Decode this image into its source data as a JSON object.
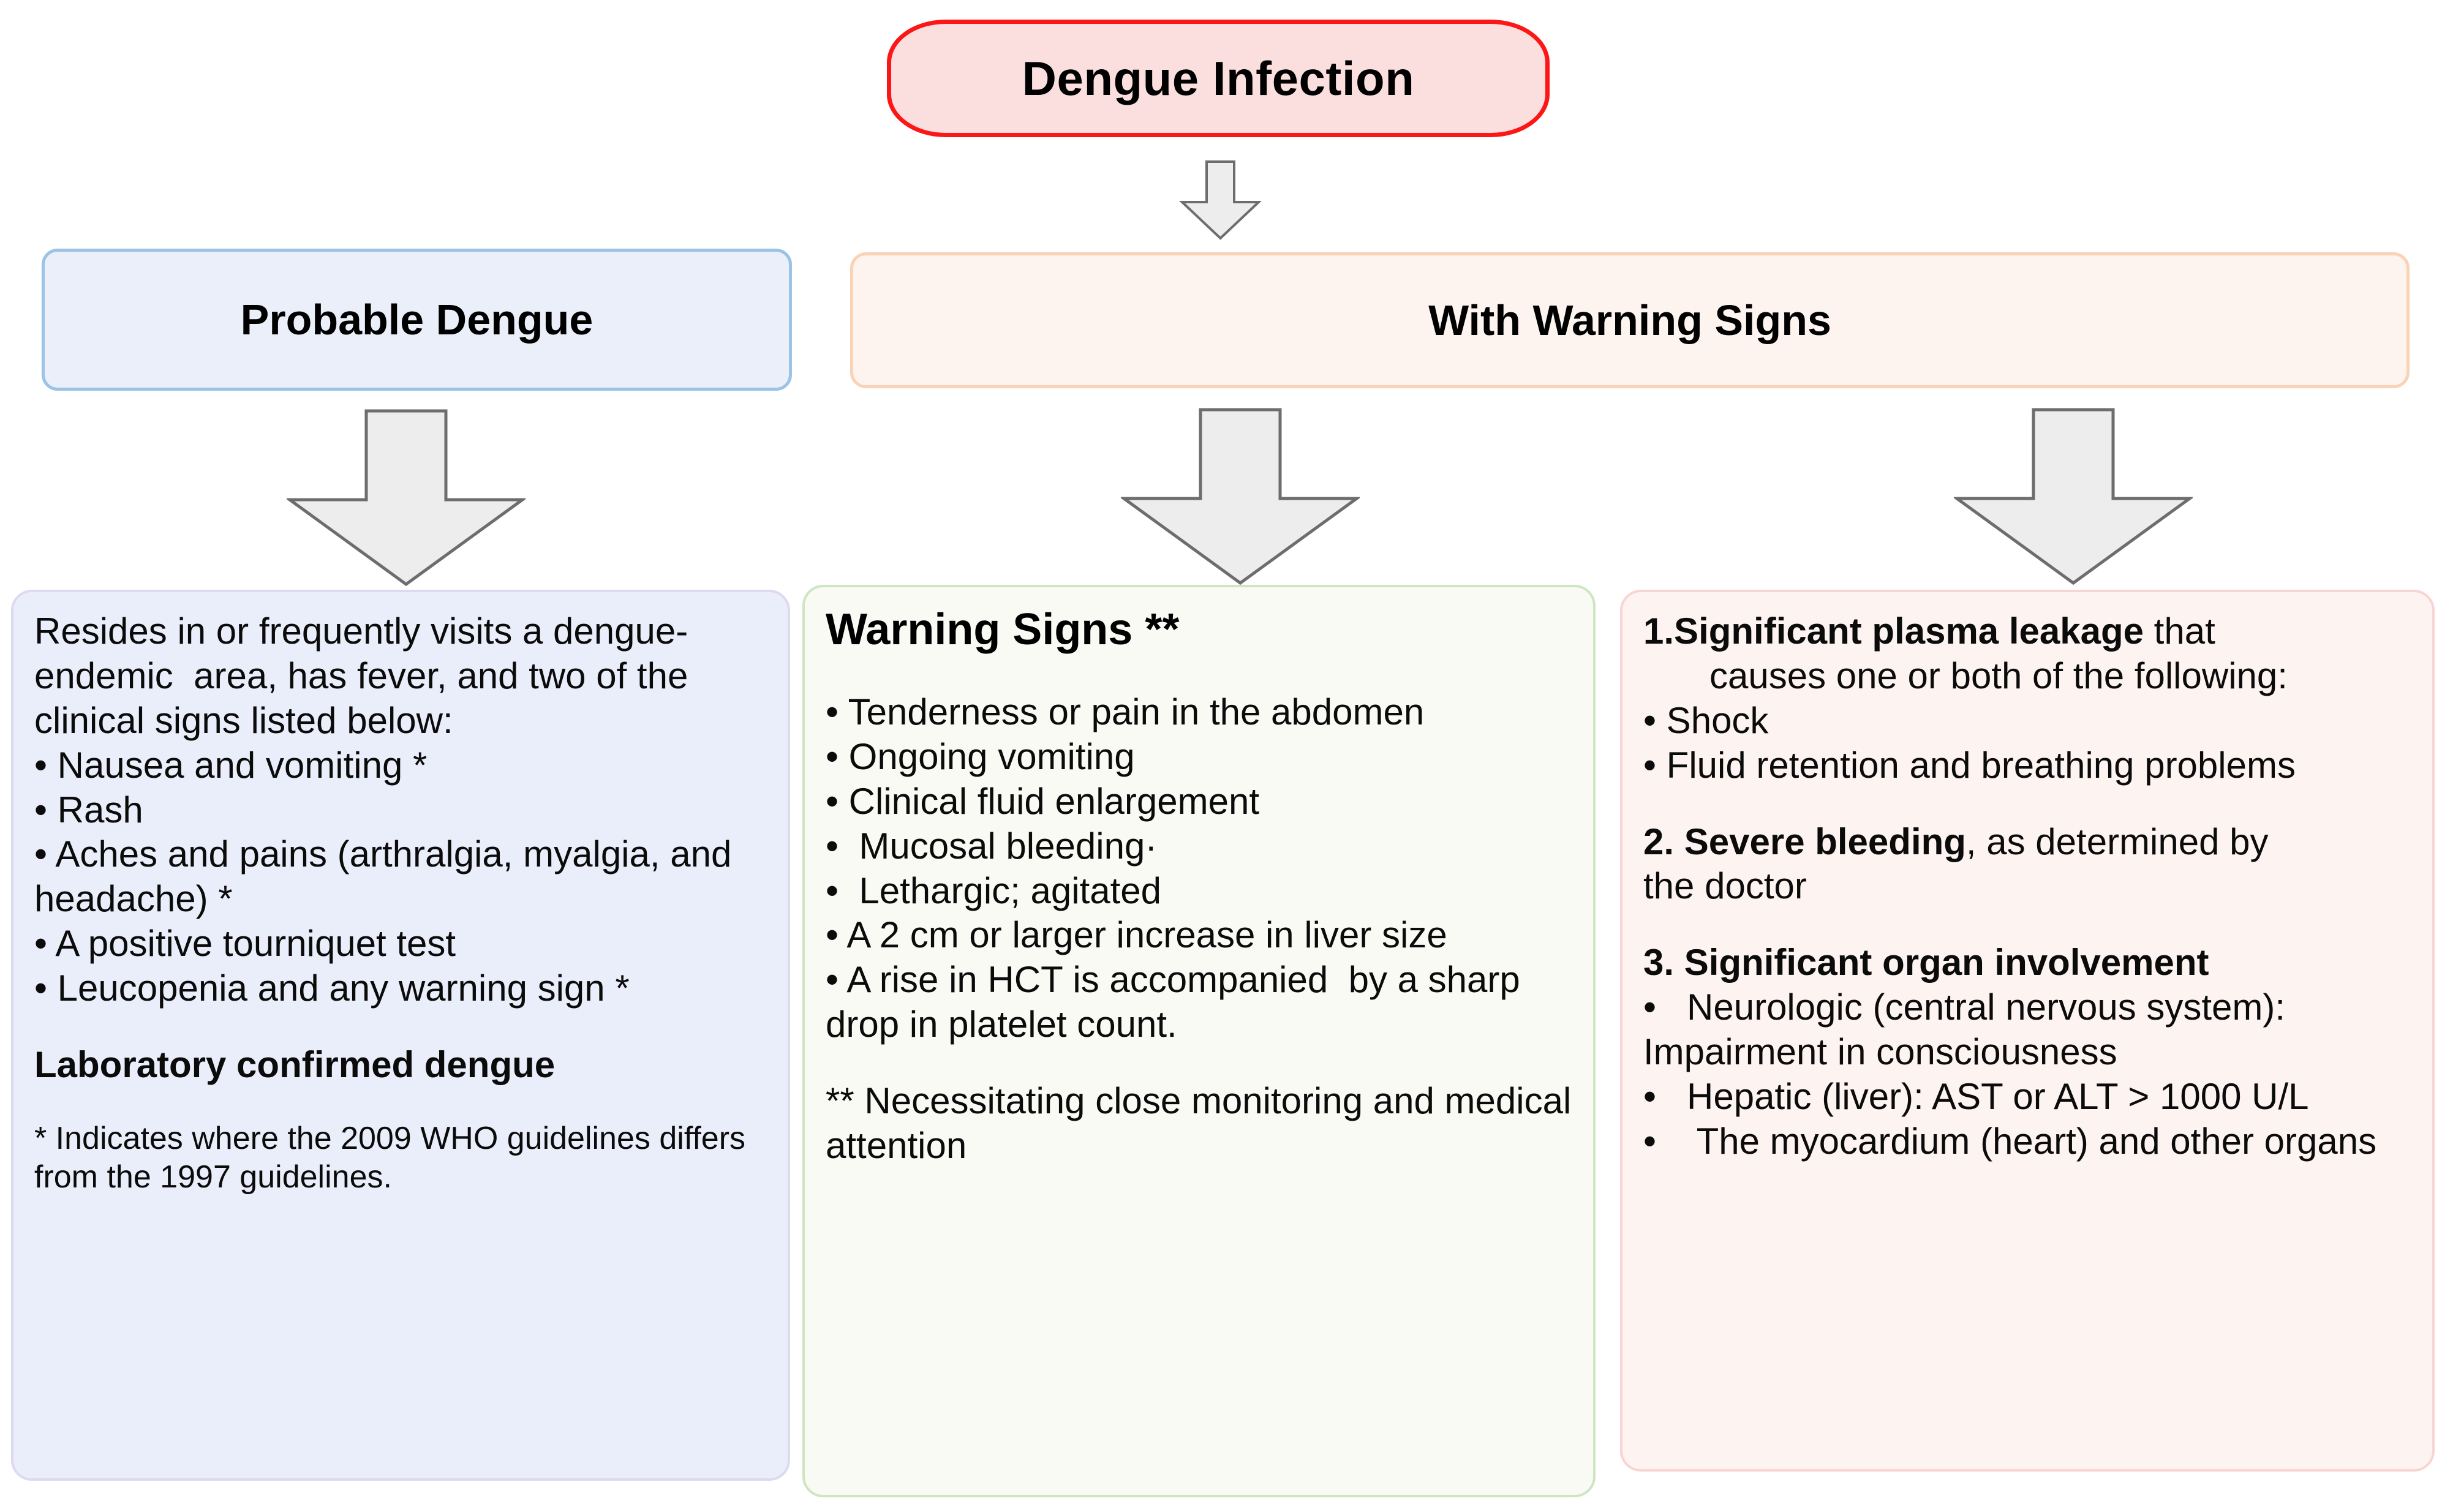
{
  "diagram": {
    "title": "Dengue Infection classification flowchart",
    "colors": {
      "top_node_fill": "#fbdfdf",
      "top_node_border": "#fd1616",
      "probable_header_fill": "#eaeffa",
      "probable_header_border": "#9cc2e5",
      "warning_header_fill": "#fdf4f0",
      "warning_header_border": "#fad2b6",
      "left_box_fill": "#eaeefa",
      "left_box_border": "#ddd9ef",
      "mid_box_fill": "#f8faf3",
      "mid_box_border": "#cfe5c2",
      "right_box_fill": "#fdf3f1",
      "right_box_border": "#f8d4d2",
      "arrow_fill": "#ededed",
      "arrow_border": "#6d6d6d"
    }
  },
  "top_node": {
    "label": "Dengue Infection"
  },
  "headers": {
    "probable": "Probable Dengue",
    "warning": "With Warning Signs"
  },
  "left_box": {
    "intro": "Resides in or frequently visits a dengue-endemic  area, has fever, and two of the clinical signs listed below:",
    "bullets": [
      "• Nausea and vomiting *",
      "• Rash",
      "• Aches and pains (arthralgia, myalgia, and headache) *",
      "• A positive tourniquet test",
      "• Leucopenia and any warning sign *"
    ],
    "subheading": "Laboratory confirmed dengue",
    "footnote": "* Indicates where the 2009 WHO guidelines differs from the 1997 guidelines."
  },
  "mid_box": {
    "heading": "Warning Signs **",
    "bullets": [
      "• Tenderness or pain in the abdomen",
      "• Ongoing vomiting",
      "• Clinical fluid enlargement",
      "•  Mucosal bleeding·",
      "•  Lethargic; agitated",
      "• A 2 cm or larger increase in liver size",
      "• A rise in HCT is accompanied  by a sharp drop in platelet count."
    ],
    "footnote": "** Necessitating close monitoring and medical attention"
  },
  "right_box": {
    "items": [
      {
        "marker": "1.",
        "bold_text": "Significant plasma leakage",
        "rest_text": " that",
        "continuation": "causes one or both of the following:",
        "sub_bullets": [
          "• Shock",
          "• Fluid retention and breathing problems"
        ]
      },
      {
        "marker": "2. ",
        "bold_text": "Severe bleeding",
        "rest_text": ", as determined by",
        "continuation": "the doctor",
        "sub_bullets": []
      },
      {
        "marker": "3. ",
        "bold_text": "Significant organ involvement",
        "rest_text": "",
        "continuation": "",
        "sub_bullets": [
          "•   Neurologic (central nervous system): Impairment in consciousness",
          "•   Hepatic (liver): AST or ALT > 1000 U/L",
          "•    The myocardium (heart) and other organs"
        ]
      }
    ]
  },
  "arrows": {
    "top_to_warning": "down-arrow-icon",
    "probable_to_left": "down-arrow-icon",
    "warning_to_mid": "down-arrow-icon",
    "warning_to_right": "down-arrow-icon"
  }
}
